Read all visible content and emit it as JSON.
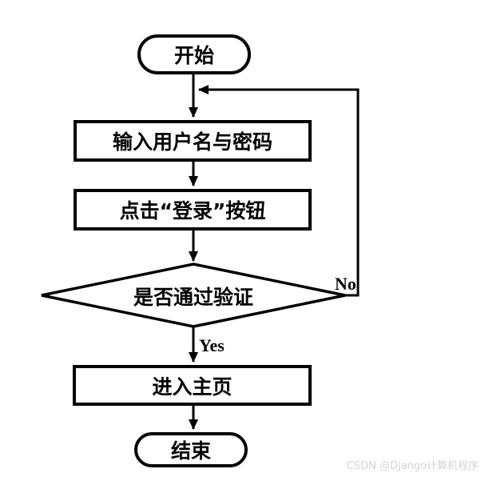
{
  "page": {
    "background": "#ffffff",
    "watermark": "CSDN @Django计算机程序"
  },
  "flowchart": {
    "description": "login-flow-flowchart",
    "nodes": [
      {
        "id": "start",
        "type": "terminator",
        "label": "开始"
      },
      {
        "id": "input-credentials",
        "type": "process",
        "label": "输入用户名与密码"
      },
      {
        "id": "click-login",
        "type": "process",
        "label": "点击“登录”按钮"
      },
      {
        "id": "verify",
        "type": "decision",
        "label": "是否通过验证"
      },
      {
        "id": "enter-home",
        "type": "process",
        "label": "进入主页"
      },
      {
        "id": "end",
        "type": "terminator",
        "label": "结束"
      }
    ],
    "edges": [
      {
        "from": "start",
        "to": "input-credentials",
        "label": ""
      },
      {
        "from": "input-credentials",
        "to": "click-login",
        "label": ""
      },
      {
        "from": "click-login",
        "to": "verify",
        "label": ""
      },
      {
        "from": "verify",
        "to": "enter-home",
        "label": "Yes"
      },
      {
        "from": "verify",
        "to": "input-credentials",
        "label": "No"
      },
      {
        "from": "enter-home",
        "to": "end",
        "label": ""
      }
    ],
    "edge_labels": {
      "yes": "Yes",
      "no": "No"
    },
    "colors": {
      "stroke": "#000000",
      "node_fill": "#ffffff",
      "watermark_text": "#d4d4d4"
    }
  }
}
